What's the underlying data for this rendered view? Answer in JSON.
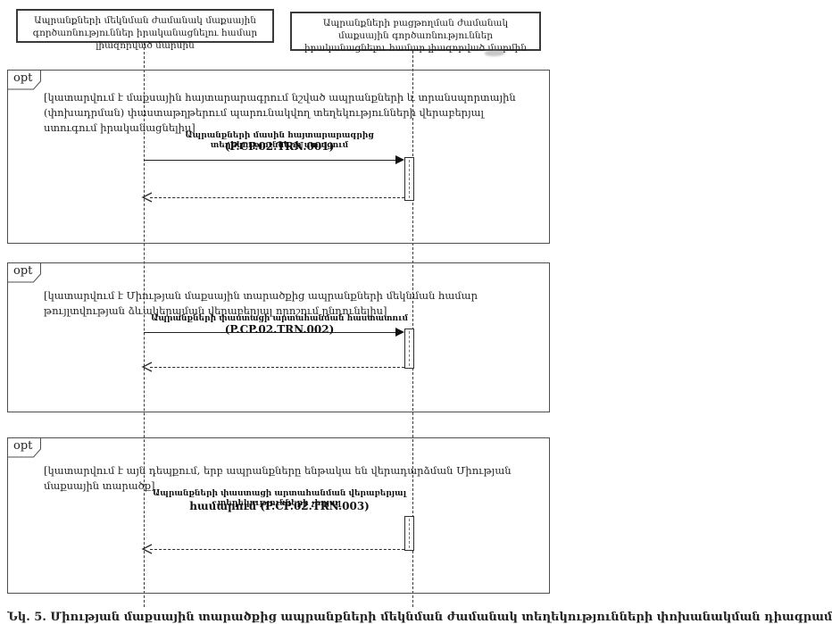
{
  "diagram": {
    "actors": [
      {
        "label": "Ապրանքների մեկնման ժամանակ մաքսային գործառնություններ իրականացնելու համար լիազորված մարմին"
      },
      {
        "label": "Ապրանքների բացթողման ժամանակ մաքսային գործառնություններ իրականացնելու համար լիազորված մարմին"
      }
    ],
    "fragments": [
      {
        "operator": "opt",
        "guard": "[կատարվում է մաքսային հայտարարագրում նշված ապրանքների և տրանսպորտային (փոխադրման) փաստաթղթերում պարունակվող տեղեկությունների վերաբերյալ ստուգում իրականացնելիս]",
        "message_line1": "Ապրանքների մասին հայտարարագրից տեղեկությունների ստացում",
        "message_line2": "(P.CP.02.TRN.001)"
      },
      {
        "operator": "opt",
        "guard": "[կատարվում է Միության մաքսային տարածքից ապրանքների մեկնման համար թույլտվության ձևակերպման վերաբերյալ որոշում ընդունելիս]",
        "message_line1": "Ապրանքների փաստացի արտահանման հաստատում",
        "message_line2": "(P.CP.02.TRN.002)"
      },
      {
        "operator": "opt",
        "guard": "[կատարվում է այն դեպքում, երբ ապրանքները ենթակա են վերադարձման Միության մաքսային տարածք]",
        "message_line1": "Ապրանքների փաստացի արտահանման վերաբերյալ տեղեկությունների չեղյալ",
        "message_line2": "համարում (P.CP.02.TRN.003)"
      }
    ],
    "caption": "Նկ. 5. Միության մաքսային տարածքից ապրանքների մեկնման ժամանակ տեղեկությունների փոխանակման դիագրամ",
    "colors": {
      "line": "#1f1f1f",
      "frame": "#4f4f4f",
      "background": "#ffffff"
    }
  }
}
